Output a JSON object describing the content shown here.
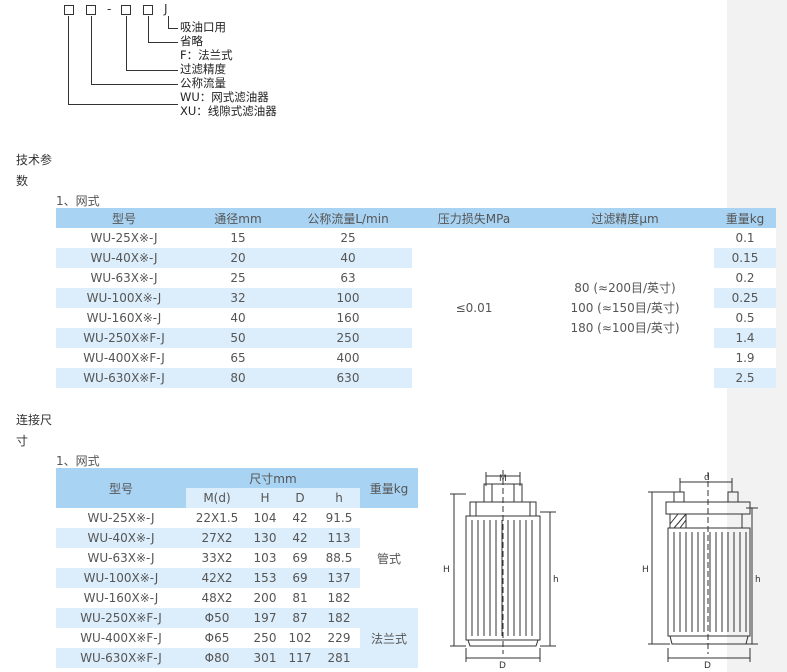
{
  "legend": {
    "code": [
      "□",
      "□",
      "-",
      "□",
      "□",
      "J"
    ],
    "items": [
      "吸油口用",
      "省略",
      "F：法兰式",
      "过滤精度",
      "公称流量",
      "WU：网式滤油器",
      "XU：线隙式滤油器"
    ]
  },
  "section_tech": {
    "line1": "技术参",
    "line2": "数",
    "sub": "1、网式"
  },
  "table1": {
    "headers": [
      "型号",
      "通径mm",
      "公称流量L/min",
      "压力损失MPa",
      "过滤精度μm",
      "重量kg"
    ],
    "rows": [
      [
        "WU-25X※-J",
        "15",
        "25",
        "0.1"
      ],
      [
        "WU-40X※-J",
        "20",
        "40",
        "0.15"
      ],
      [
        "WU-63X※-J",
        "25",
        "63",
        "0.2"
      ],
      [
        "WU-100X※-J",
        "32",
        "100",
        "0.25"
      ],
      [
        "WU-160X※-J",
        "40",
        "160",
        "0.5"
      ],
      [
        "WU-250X※F-J",
        "50",
        "250",
        "1.4"
      ],
      [
        "WU-400X※F-J",
        "65",
        "400",
        "1.9"
      ],
      [
        "WU-630X※F-J",
        "80",
        "630",
        "2.5"
      ]
    ],
    "pressure": "≤0.01",
    "precision": [
      "80 (≈200目/英寸)",
      "100 (≈150目/英寸)",
      "180 (≈100目/英寸)"
    ]
  },
  "section_conn": {
    "line1": "连接尺",
    "line2": "寸",
    "sub": "1、网式"
  },
  "table2": {
    "h_model": "型号",
    "h_dim": "尺寸mm",
    "h_weight": "重量kg",
    "sub_headers": [
      "M(d)",
      "H",
      "D",
      "h"
    ],
    "rows": [
      [
        "WU-25X※-J",
        "22X1.5",
        "104",
        "42",
        "91.5"
      ],
      [
        "WU-40X※-J",
        "27X2",
        "130",
        "42",
        "113"
      ],
      [
        "WU-63X※-J",
        "33X2",
        "103",
        "69",
        "88.5"
      ],
      [
        "WU-100X※-J",
        "42X2",
        "153",
        "69",
        "137"
      ],
      [
        "WU-160X※-J",
        "48X2",
        "200",
        "81",
        "182"
      ],
      [
        "WU-250X※F-J",
        "Φ50",
        "197",
        "87",
        "182"
      ],
      [
        "WU-400X※F-J",
        "Φ65",
        "250",
        "102",
        "229"
      ],
      [
        "WU-630X※F-J",
        "Φ80",
        "301",
        "117",
        "281"
      ]
    ],
    "weight_pipe": "管式",
    "weight_flange": "法兰式"
  },
  "drawing_labels": {
    "m": "M",
    "d": "d",
    "H": "H",
    "h": "h",
    "D": "D"
  }
}
